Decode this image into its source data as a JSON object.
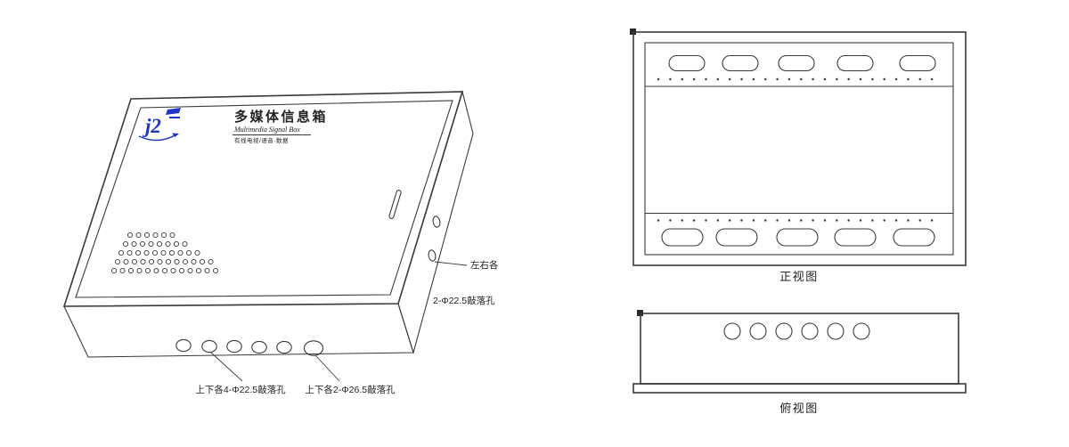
{
  "colors": {
    "line": "#3a3a3a",
    "logo_blue": "#2036c8"
  },
  "perspective": {
    "title": "多媒体信息箱",
    "subtitle": "Multimedia Signal Box",
    "service_text": "有线电视/语音·数据",
    "logo_mark": "j2",
    "annotations": {
      "side_line1": "左右各",
      "side_line2": "2-Φ22.5敲落孔",
      "bottom_small": "上下各4-Φ22.5敲落孔",
      "bottom_large": "上下各2-Φ26.5敲落孔"
    }
  },
  "front_view": {
    "caption": "正视图"
  },
  "top_view": {
    "caption": "俯视图"
  }
}
